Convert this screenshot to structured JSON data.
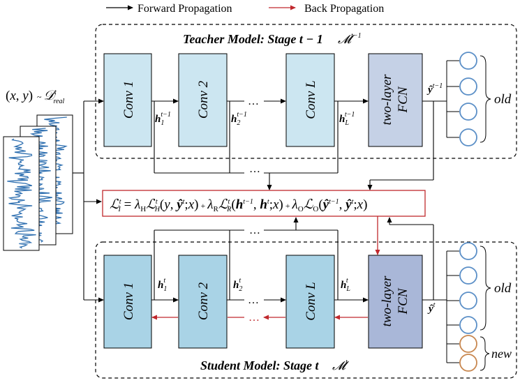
{
  "legend": {
    "forward": "Forward Propagation",
    "backward": "Back Propagation"
  },
  "colors": {
    "forward": "#000000",
    "backward": "#c0282d",
    "conv_fill": "#cce6f1",
    "conv_fill_student": "#a9d3e6",
    "fcn_fill": "#c5d1e6",
    "fcn_fill_student": "#a9b7d8",
    "old_node": "#5b8fc7",
    "new_node": "#c8874f",
    "signal": "#2e6fb0",
    "loss_border": "#c0282d"
  },
  "input_label": "(x, y) ~ D_real^t",
  "teacher": {
    "title": "Teacher Model: Stage t − 1",
    "model_symbol": "M^{t−1}",
    "conv1": "Conv 1",
    "conv2": "Conv 2",
    "convL": "Conv L",
    "fcn_line1": "two-layer",
    "fcn_line2": "FCN",
    "output": "ŷ^{t−1}",
    "h1": "h1^{t−1}",
    "h2": "h2^{t−1}",
    "hL": "hL^{t−1}",
    "ellipsis": "…",
    "group_old": "old"
  },
  "student": {
    "title": "Student Model: Stage t",
    "model_symbol": "M^t",
    "conv1": "Conv 1",
    "conv2": "Conv 2",
    "convL": "Conv L",
    "fcn_line1": "two-layer",
    "fcn_line2": "FCN",
    "output": "ŷ^t",
    "h1": "h1^t",
    "h2": "h2^t",
    "hL": "hL^t",
    "ellipsis": "…",
    "group_old": "old",
    "group_new": "new"
  },
  "loss": "L_I^t = λH LH^t(y, ŷ^t; x) + λR LR^t(h^{t−1}, h^t; x) + λO LO(ŷ^{t−1}, ŷ^t; x)",
  "mid_ellipsis_top": "…",
  "mid_ellipsis_bottom": "…"
}
